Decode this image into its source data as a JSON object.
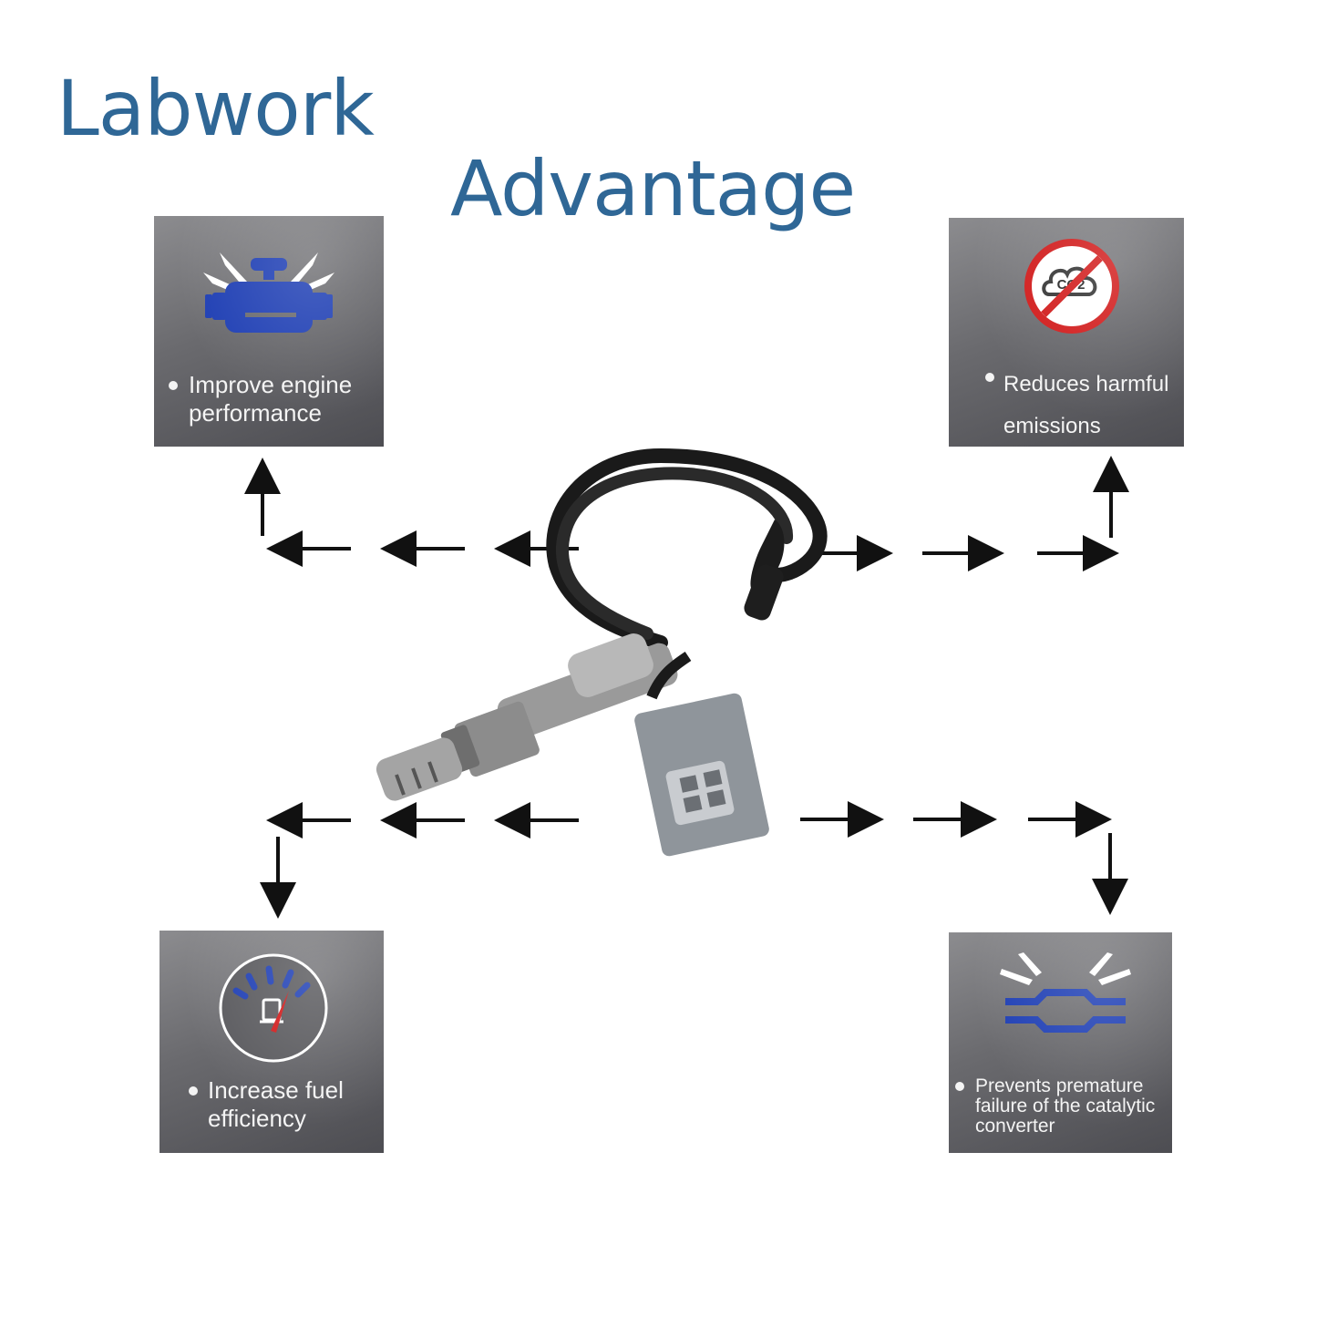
{
  "brand": "Labwork",
  "headline": "Advantage",
  "cards": {
    "engine": {
      "line1": "Improve engine",
      "line2": "performance",
      "icon": "engine-icon"
    },
    "emissions": {
      "line1": "Reduces harmful",
      "line2": "emissions",
      "icon": "no-co2-icon",
      "badge": "CO2"
    },
    "fuel": {
      "line1": "Increase fuel",
      "line2": "efficiency",
      "icon": "fuel-gauge-icon"
    },
    "catalytic": {
      "line1": "Prevents premature",
      "line2": "failure of the catalytic",
      "line3": "converter",
      "icon": "catalytic-converter-icon"
    }
  },
  "product": {
    "icon": "oxygen-sensor-icon"
  },
  "colors": {
    "title": "#2f6796",
    "icon_blue": "#1f3fb4",
    "card_gray": "#6a6a6e",
    "prohibit_red": "#d11a1a"
  }
}
